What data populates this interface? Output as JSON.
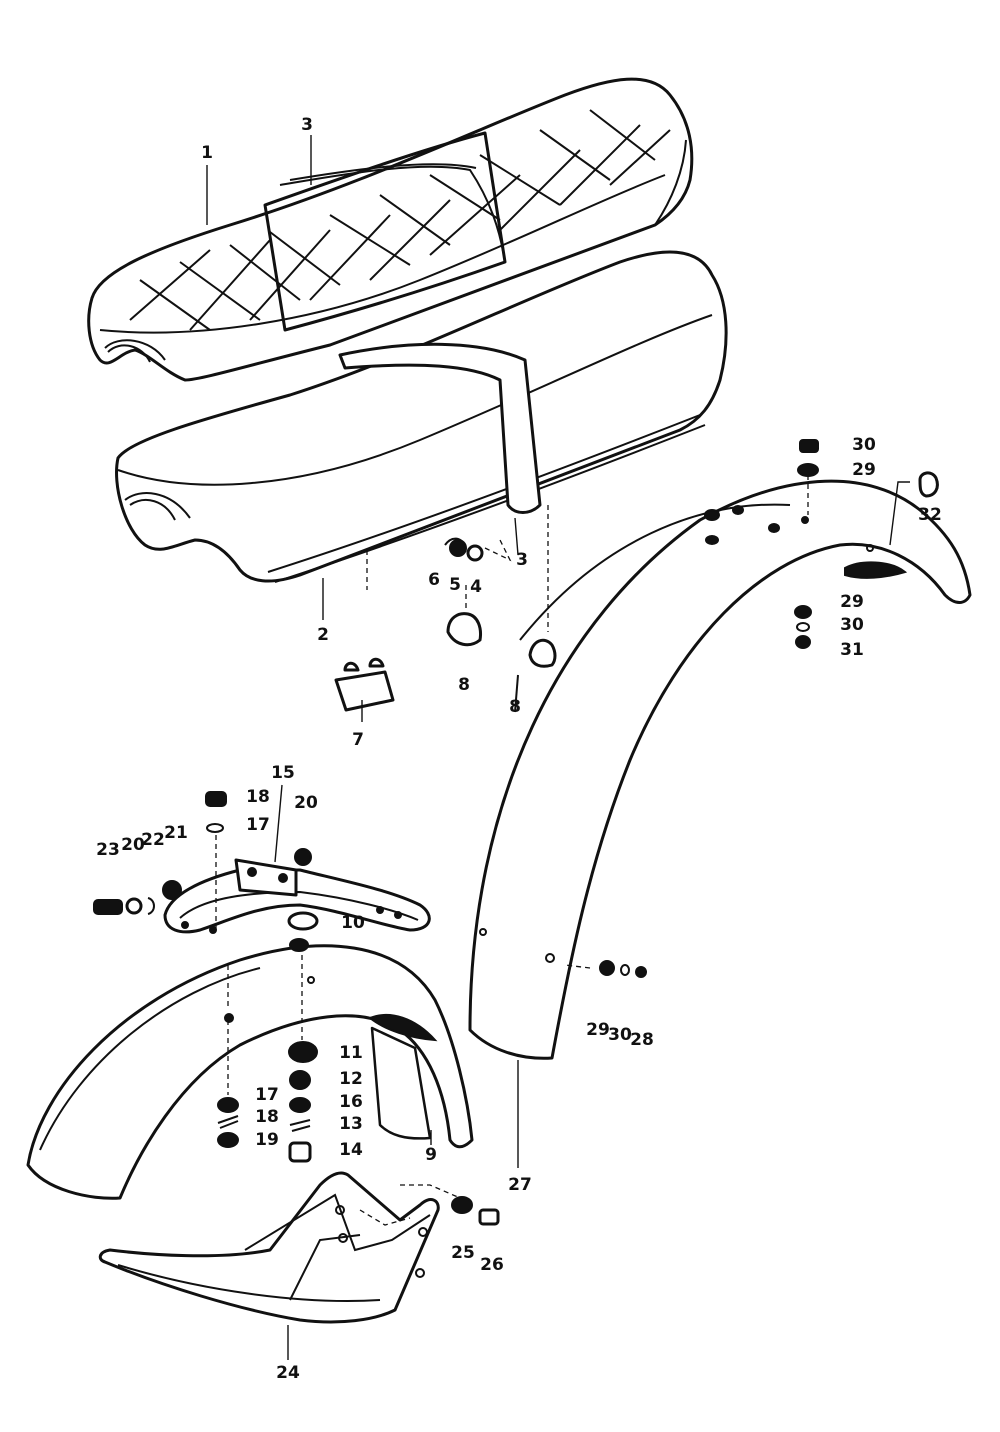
{
  "diagram": {
    "type": "exploded-parts-diagram",
    "colors": {
      "ink": "#111111",
      "paper": "#ffffff"
    },
    "callouts": [
      {
        "id": "c-1",
        "text": "1"
      },
      {
        "id": "c-3a",
        "text": "3"
      },
      {
        "id": "c-2",
        "text": "2"
      },
      {
        "id": "c-3b",
        "text": "3"
      },
      {
        "id": "c-6a",
        "text": "6"
      },
      {
        "id": "c-5",
        "text": "5"
      },
      {
        "id": "c-4",
        "text": "4"
      },
      {
        "id": "c-8a",
        "text": "8"
      },
      {
        "id": "c-8b",
        "text": "8"
      },
      {
        "id": "c-7",
        "text": "7"
      },
      {
        "id": "c-30a",
        "text": "30"
      },
      {
        "id": "c-29a",
        "text": "29"
      },
      {
        "id": "c-32",
        "text": "32"
      },
      {
        "id": "c-29b",
        "text": "29"
      },
      {
        "id": "c-30b",
        "text": "30"
      },
      {
        "id": "c-31",
        "text": "31"
      },
      {
        "id": "c-15",
        "text": "15"
      },
      {
        "id": "c-18a",
        "text": "18"
      },
      {
        "id": "c-17a",
        "text": "17"
      },
      {
        "id": "c-20",
        "text": "20"
      },
      {
        "id": "c-23",
        "text": "23"
      },
      {
        "id": "c-20b",
        "text": "20"
      },
      {
        "id": "c-22",
        "text": "22"
      },
      {
        "id": "c-21",
        "text": "21"
      },
      {
        "id": "c-10a",
        "text": "10"
      },
      {
        "id": "c-11",
        "text": "11"
      },
      {
        "id": "c-12",
        "text": "12"
      },
      {
        "id": "c-16",
        "text": "16"
      },
      {
        "id": "c-13",
        "text": "13"
      },
      {
        "id": "c-14",
        "text": "14"
      },
      {
        "id": "c-17b",
        "text": "17"
      },
      {
        "id": "c-18b",
        "text": "18"
      },
      {
        "id": "c-19",
        "text": "19"
      },
      {
        "id": "c-9",
        "text": "9"
      },
      {
        "id": "c-29c",
        "text": "29"
      },
      {
        "id": "c-30c",
        "text": "30"
      },
      {
        "id": "c-28a",
        "text": "28"
      },
      {
        "id": "c-27",
        "text": "27"
      },
      {
        "id": "c-25",
        "text": "25"
      },
      {
        "id": "c-26",
        "text": "26"
      },
      {
        "id": "c-24",
        "text": "24"
      }
    ]
  }
}
